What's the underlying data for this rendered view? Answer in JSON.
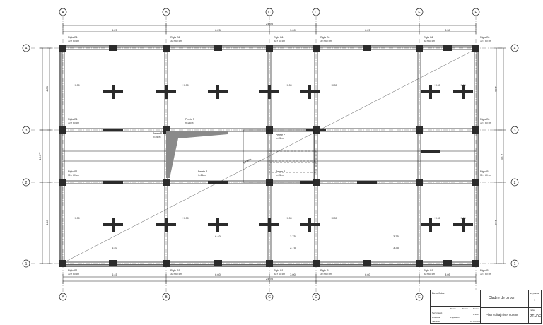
{
  "drawing": {
    "grid_columns": [
      "A",
      "B",
      "C",
      "D",
      "E",
      "F"
    ],
    "grid_rows": [
      "4",
      "3",
      "2",
      "1"
    ],
    "overall_dims": {
      "top": "24.95",
      "bottom": "24.95"
    },
    "span_dims_top": [
      "6.25",
      "6.25",
      "3.00",
      "6.25",
      "3.30"
    ],
    "span_dims_bottom": [
      "6.45",
      "6.60",
      "3.00",
      "6.60",
      "3.05"
    ],
    "left_dims": {
      "total": "16.2³⁰",
      "upper": "4.80",
      "lower": "4.40"
    },
    "right_dims": {
      "total": "16.2³⁰",
      "upper": "4.60",
      "lower": "4.40"
    },
    "row_dims_lower": [
      "6.40",
      "2.75",
      "3.35"
    ],
    "row_dims_mid": [
      "6.40",
      "2.75",
      "3.35"
    ],
    "beam_label": "Riglu B1",
    "beam_section": "30 × 60 cm",
    "level_labels": [
      "+0.30",
      "+0.30",
      "+0.30",
      "+0.30",
      "+0.30",
      "+0.30",
      "+0.30",
      "+0.30"
    ],
    "plank_labels": {
      "a": "Perete P",
      "b": "h=25cm"
    },
    "ramp_label": "RAMPA"
  },
  "title_block": {
    "beneficiar_label": "Beneficiar",
    "project_title": "Cladire de birouri",
    "sheet_title": "Plan cofraj nivel curent",
    "plansa_no_label": "Nr. plansa",
    "plansa_no": "1",
    "faza_label": "Faza",
    "faza": "PT+DE",
    "roles": [
      "Sef proiect",
      "Proiectat",
      "Verificat"
    ],
    "col_headers": [
      "Nume",
      "Semn.",
      "Scara"
    ],
    "names": [
      "",
      "Popescu I.",
      ""
    ],
    "scale": "1:100",
    "date": "07.05.2018"
  },
  "colors": {
    "line": "#1a1a1a",
    "column_fill": "#2b2b2b",
    "slab_hatch": "#8a8a8a",
    "paper": "#ffffff"
  }
}
